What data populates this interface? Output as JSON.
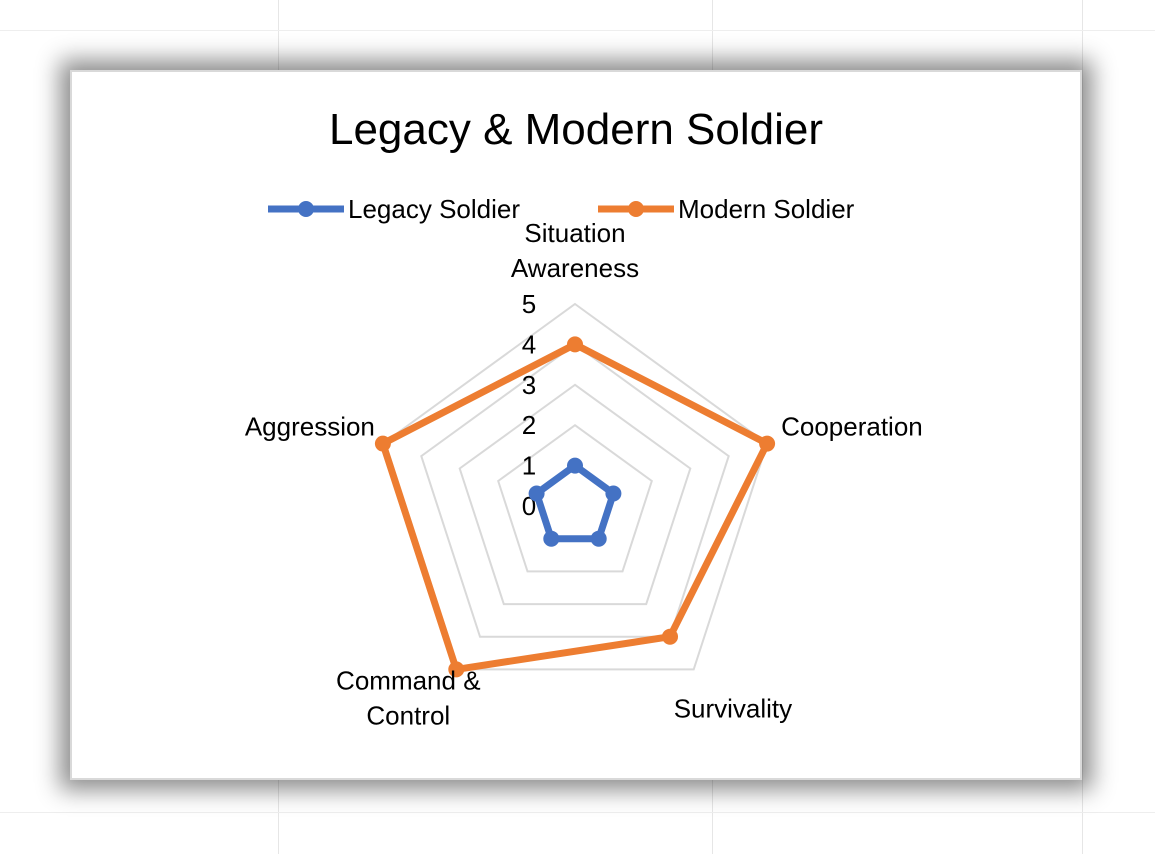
{
  "chart_data": {
    "type": "radar",
    "title": "Legacy & Modern Soldier",
    "categories": [
      [
        "Situation",
        "Awareness"
      ],
      [
        "Cooperation"
      ],
      [
        "Survivality"
      ],
      [
        "Command &",
        "Control"
      ],
      [
        "Aggression"
      ]
    ],
    "series": [
      {
        "name": "Legacy Soldier",
        "values": [
          1,
          1,
          1,
          1,
          1
        ],
        "color": "#4472C4"
      },
      {
        "name": "Modern Soldier",
        "values": [
          4,
          5,
          4,
          5,
          5
        ],
        "color": "#ED7D31"
      }
    ],
    "rlim": [
      0,
      5
    ],
    "ticks": [
      "0",
      "1",
      "2",
      "3",
      "4",
      "5"
    ],
    "grid": true,
    "grid_color": "#d9d9d9",
    "legend": "top"
  }
}
